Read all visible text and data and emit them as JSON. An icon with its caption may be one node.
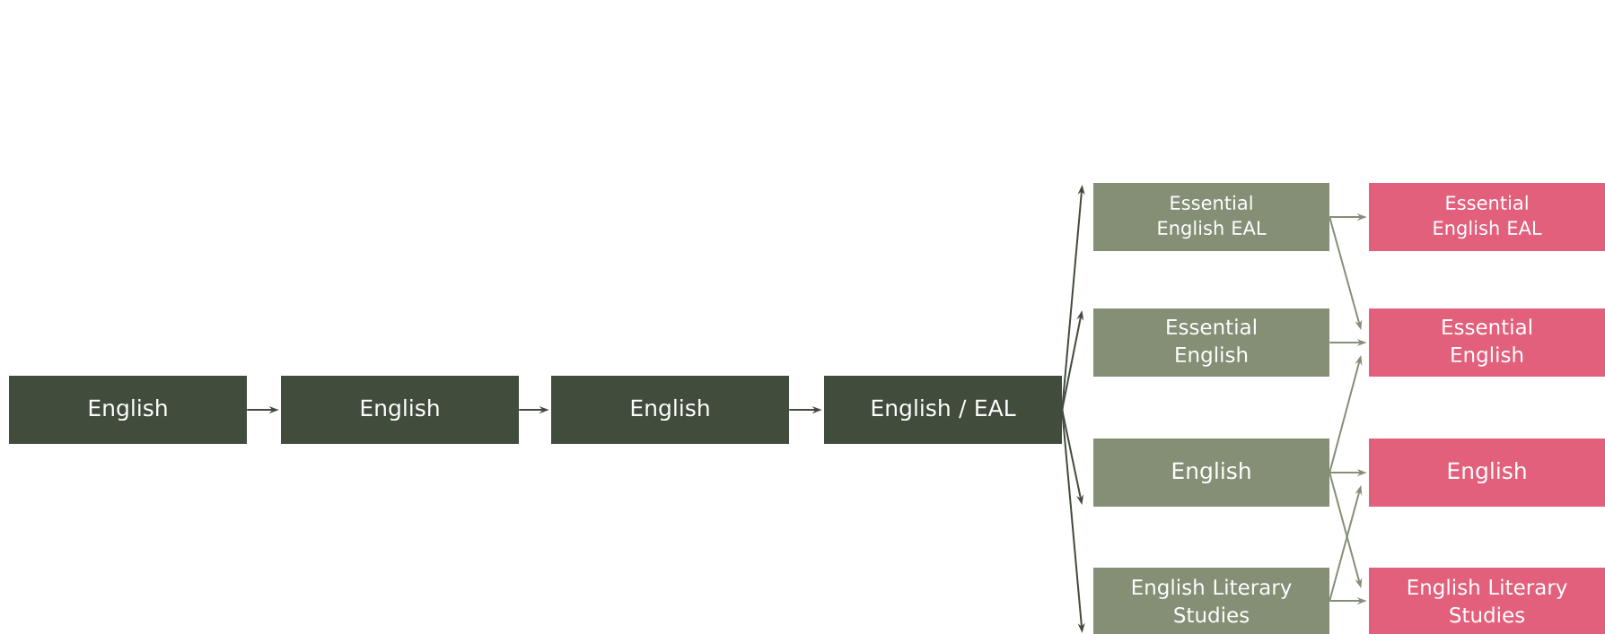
{
  "diagram": {
    "nodes": [
      {
        "text": [
          "English"
        ]
      },
      {
        "text": [
          "English"
        ]
      },
      {
        "text": [
          "English"
        ]
      },
      {
        "text": [
          "English / EAL"
        ]
      },
      {
        "text": [
          "Essential English EAL"
        ]
      },
      {
        "text": [
          "Essential English"
        ]
      },
      {
        "text": [
          "English"
        ]
      },
      {
        "text": [
          "English Literary Studies"
        ]
      },
      {
        "text": [
          "Essential English EAL"
        ]
      },
      {
        "text": [
          "Essential English"
        ]
      },
      {
        "text": [
          "English"
        ]
      },
      {
        "text": [
          "English Literary Studies"
        ]
      }
    ],
    "edges": [
      {
        "from": 0,
        "to": 1,
        "arrow": "to",
        "color": "#414c3c"
      },
      {
        "from": 1,
        "to": 2,
        "arrow": "to",
        "color": "#414c3c"
      },
      {
        "from": 2,
        "to": 3,
        "arrow": "to",
        "color": "#414c3c"
      },
      {
        "from": 3,
        "to": 4,
        "arrow": "to",
        "color": "#414c3c"
      },
      {
        "from": 3,
        "to": 5,
        "arrow": "to",
        "color": "#414c3c"
      },
      {
        "from": 3,
        "to": 6,
        "arrow": "to",
        "color": "#414c3c"
      },
      {
        "from": 3,
        "to": 7,
        "arrow": "to",
        "color": "#414c3c"
      },
      {
        "from": 4,
        "to": 8,
        "arrow": "to"
      },
      {
        "from": 4,
        "to": 9,
        "arrow": "to"
      },
      {
        "from": 5,
        "to": 9,
        "arrow": "to"
      },
      {
        "from": 6,
        "to": 9,
        "arrow": "to"
      },
      {
        "from": 6,
        "to": 10,
        "arrow": "to"
      },
      {
        "from": 6,
        "to": 11,
        "arrow": "to"
      },
      {
        "from": 7,
        "to": 10,
        "arrow": "to"
      },
      {
        "from": 7,
        "to": 11,
        "arrow": "to"
      }
    ]
  }
}
